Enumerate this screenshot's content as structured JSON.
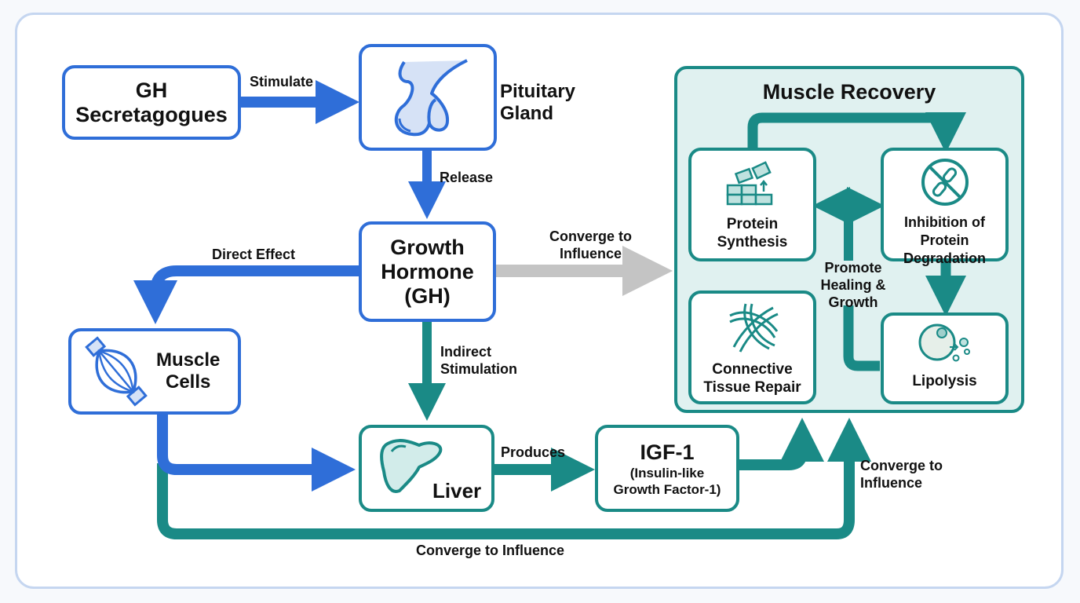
{
  "colors": {
    "blue": "#2f6ed8",
    "teal": "#1a8a86",
    "gray": "#c4c4c4",
    "panel_fill": "#e0f1f0",
    "frame_border": "#c5d6f0"
  },
  "nodes": {
    "gh_secretagogues": {
      "line1": "GH",
      "line2": "Secretagogues"
    },
    "pituitary": {
      "line1": "Pituitary",
      "line2": "Gland",
      "icon": "pituitary-gland-icon"
    },
    "growth_hormone": {
      "line1": "Growth",
      "line2": "Hormone",
      "line3": "(GH)"
    },
    "muscle_cells": {
      "line1": "Muscle",
      "line2": "Cells",
      "icon": "muscle-fiber-icon"
    },
    "liver": {
      "label": "Liver",
      "icon": "liver-icon"
    },
    "igf1": {
      "title": "IGF-1",
      "line1": "(Insulin-like",
      "line2": "Growth Factor-1)"
    }
  },
  "panel": {
    "title": "Muscle Recovery",
    "center_label": {
      "line1": "Promote",
      "line2": "Healing &",
      "line3": "Growth"
    },
    "items": [
      {
        "line1": "Protein",
        "line2": "Synthesis",
        "icon": "protein-blocks-icon"
      },
      {
        "line1": "Inhibition of",
        "line2": "Protein Degradation",
        "icon": "no-breakdown-icon"
      },
      {
        "line1": "Connective",
        "line2": "Tissue Repair",
        "icon": "fiber-weave-icon"
      },
      {
        "line1": "Lipolysis",
        "icon": "fat-cell-icon"
      }
    ]
  },
  "edges": {
    "stimulate": "Stimulate",
    "release": "Release",
    "direct_effect": "Direct Effect",
    "converge_top": {
      "line1": "Converge to",
      "line2": "Influence"
    },
    "indirect": {
      "line1": "Indirect",
      "line2": "Stimulation"
    },
    "produces": "Produces",
    "converge_right": {
      "line1": "Converge to",
      "line2": "Influence"
    },
    "converge_bottom": "Converge to Influence"
  }
}
